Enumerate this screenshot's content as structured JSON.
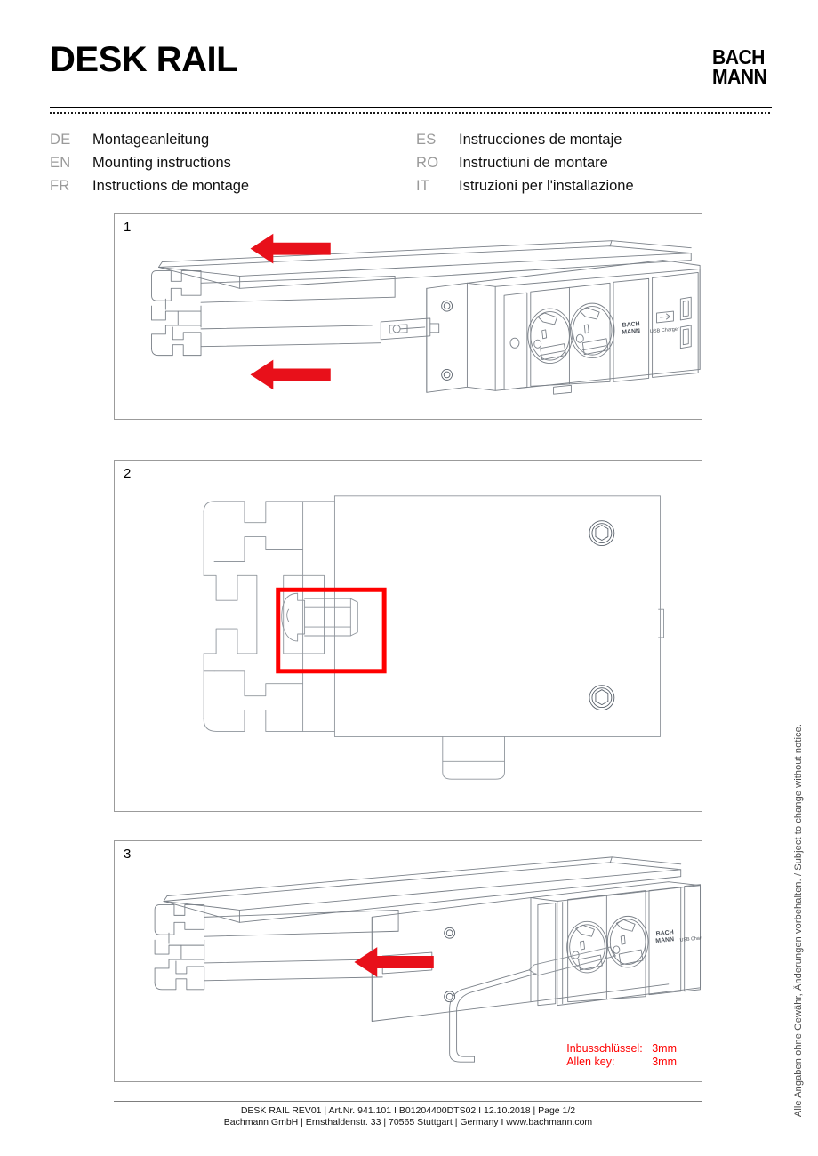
{
  "document": {
    "title": "DESK RAIL",
    "brand": {
      "line1": "BACH",
      "line2": "MANN"
    }
  },
  "languages": {
    "left": [
      {
        "code": "DE",
        "name": "Montageanleitung"
      },
      {
        "code": "EN",
        "name": "Mounting instructions"
      },
      {
        "code": "FR",
        "name": "Instructions de montage"
      }
    ],
    "right": [
      {
        "code": "ES",
        "name": "Instrucciones de montaje"
      },
      {
        "code": "RO",
        "name": "Instructiuni de montare"
      },
      {
        "code": "IT",
        "name": "Istruzioni per l'installazione"
      }
    ]
  },
  "panels": [
    {
      "number": "1"
    },
    {
      "number": "2"
    },
    {
      "number": "3"
    }
  ],
  "device_labels": {
    "brand_plate_line1": "BACH",
    "brand_plate_line2": "MANN",
    "usb_charger": "USB Charger"
  },
  "callout": {
    "line1_label": "Inbusschlüssel:",
    "line1_value": "3mm",
    "line2_label": "Allen key:",
    "line2_value": "3mm",
    "color": "#ff0000"
  },
  "side_notice": "Alle Angaben ohne Gewähr, Änderungen vorbehalten. / Subject to change without notice.",
  "footer": {
    "line1": "DESK RAIL REV01  |   Art.Nr. 941.101 I B01204400DTS02   I 12.10.2018 | Page 1/2",
    "line2": "Bachmann GmbH | Ernsthaldenstr. 33 | 70565 Stuttgart | Germany I www.bachmann.com"
  },
  "colors": {
    "arrow_red": "#e8101a",
    "highlight_red": "#ff0000",
    "line_gray": "#7a8088",
    "panel_border": "#9b9b9b",
    "lang_code_gray": "#9a9a9a"
  }
}
